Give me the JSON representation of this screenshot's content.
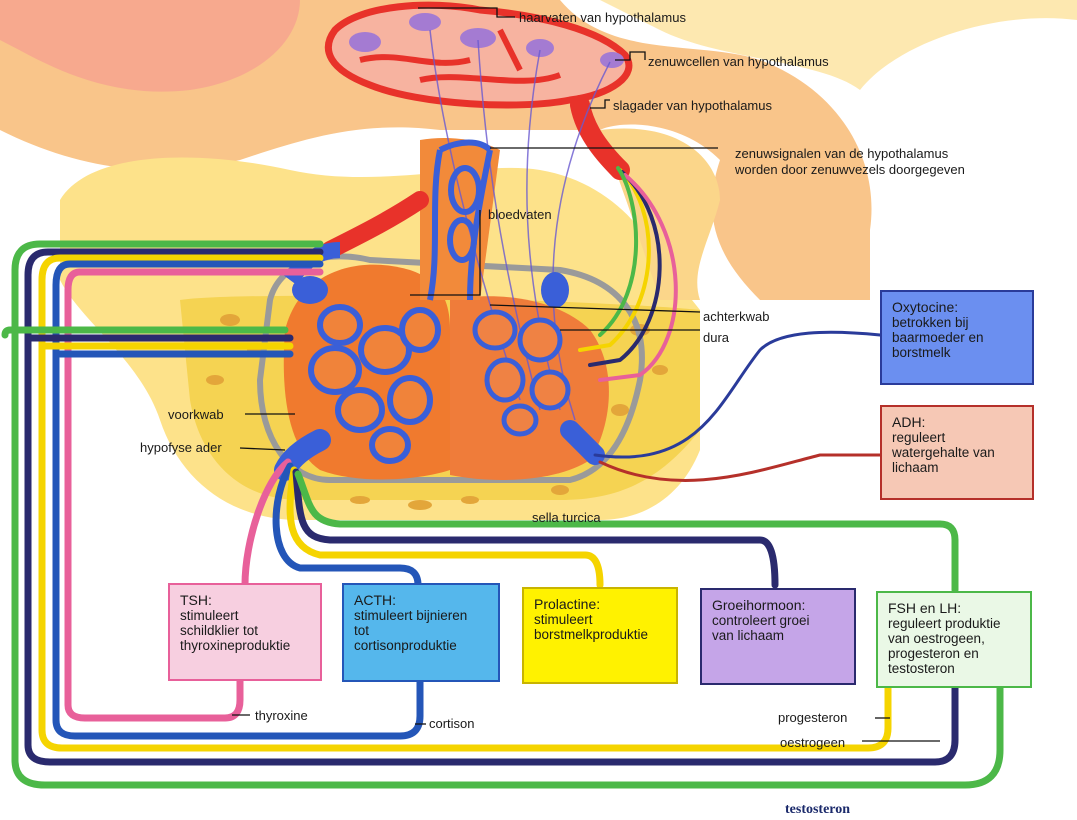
{
  "labels": {
    "haarvaten": "haarvaten van hypothalamus",
    "zenuwcellen": "zenuwcellen van hypothalamus",
    "slagader": "slagader van hypothalamus",
    "zenuwsignalen_1": "zenuwsignalen van de hypothalamus",
    "zenuwsignalen_2": "worden door zenuwvezels doorgegeven",
    "bloedvaten": "bloedvaten",
    "achterkwab": "achterkwab",
    "dura": "dura",
    "voorkwab": "voorkwab",
    "hypofyse_ader": "hypofyse ader",
    "sella_turcica": "sella turcica",
    "thyroxine": "thyroxine",
    "cortison": "cortison",
    "progesteron": "progesteron",
    "oestrogeen": "oestrogeen",
    "testosteron": "testosteron"
  },
  "boxes": {
    "oxytocine": {
      "title": "Oxytocine:",
      "text": "betrokken bij\nbaarmoeder en\nborstmelk"
    },
    "adh": {
      "title": "ADH:",
      "text": "reguleert\nwatergehalte van\nlichaam"
    },
    "tsh": {
      "title": "TSH:",
      "text": "stimuleert\nschildklier tot\nthyroxineproduktie"
    },
    "acth": {
      "title": "ACTH:",
      "text": "stimuleert bijnieren\ntot\ncortisonproduktie"
    },
    "prolactine": {
      "title": "Prolactine:",
      "text": "stimuleert\nborstmelkproduktie"
    },
    "groeihormoon": {
      "title": "Groeihormoon:",
      "text": "controleert groei\nvan lichaam"
    },
    "fsh_lh": {
      "title": "FSH en LH:",
      "text": "reguleert produktie\nvan oestrogeen,\nprogesteron en\ntestosteron"
    }
  },
  "colors": {
    "tsh": "#e8609a",
    "acth": "#2456b8",
    "prolactine": "#f5d400",
    "groeihormoon": "#2a2a6e",
    "fsh_lh": "#4cb848",
    "oxytocine": "#2a3b9a",
    "adh": "#b5302a",
    "tsh_box": "#f7cfe0",
    "acth_box": "#55b7ec",
    "prolactine_box": "#fff200",
    "groeihormoon_box": "#c5a5e8",
    "fsh_box": "#eaf8e6",
    "oxytocine_box": "#6b8ff0",
    "adh_box": "#f6c8b5",
    "artery": "#e8322a",
    "vein": "#3a5fd8"
  }
}
